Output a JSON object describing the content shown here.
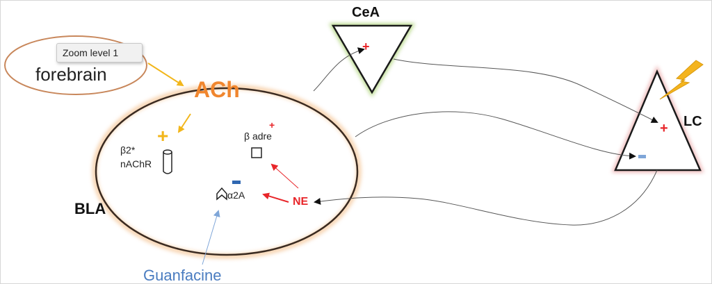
{
  "tooltip": {
    "text": "Zoom level 1"
  },
  "nodes": {
    "forebrain": "forebrain",
    "cea": "CeA",
    "lc": "LC",
    "bla": "BLA",
    "ach": "ACh",
    "guanfacine": "Guanfacine",
    "ne": "NE"
  },
  "receptors": {
    "beta2_line1": "β2*",
    "beta2_line2": "nAChR",
    "beta_adre": "β adre",
    "alpha2a": "α2A"
  },
  "signs": {
    "cea_plus": "+",
    "lc_plus": "+",
    "lc_minus": "−",
    "beta2_plus": "+",
    "beta_adre_plus": "+",
    "alpha2a_minus": "−"
  },
  "colors": {
    "ach_orange": "#F0862E",
    "plus_yellow": "#F2B61B",
    "ne_red": "#E8262A",
    "guanfacine_blue": "#4A7CC0",
    "minus_blue": "#2F67B1",
    "lightning": "#F4B41E",
    "cea_glow": "#9ECB5E",
    "lc_glow": "#E9A6A6",
    "forebrain_outline": "#C8875B",
    "bla_glow": "#F5C79A"
  }
}
